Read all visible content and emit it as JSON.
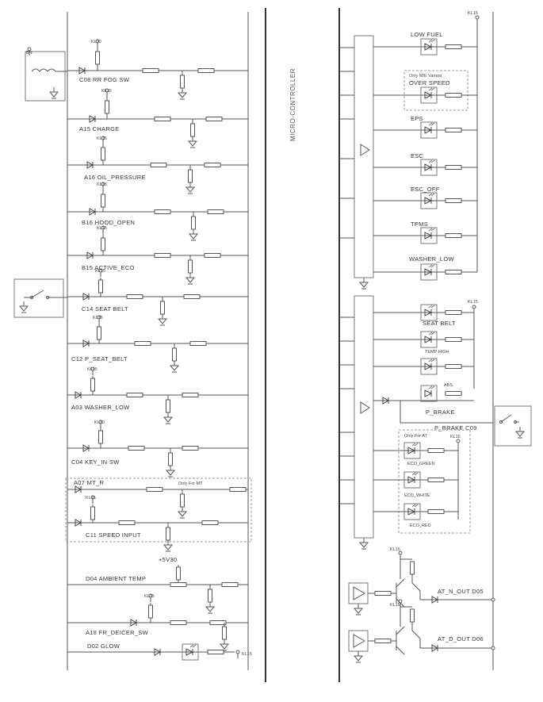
{
  "left_labels": {
    "c08": "C08 RR FOG SW",
    "a15": "A15 CHARGE",
    "a16": "A16 OIL_PRESSURE",
    "b16": "B16 HOOD_OPEN",
    "b15": "B15 ACTIVE_ECO",
    "c14": "C14 SEAT BELT",
    "c12": "C12 P_SEAT_BELT",
    "a03": "A03 WASHER_LOW",
    "c04": "C04 KEY_IN SW",
    "a07": "A07 MT_R",
    "only_mt": "Only For MT",
    "c11": "C11 SPEED INPUT",
    "plus5v": "+5V30",
    "d04": "D04 AMBIENT TEMP",
    "a18": "A18 FR_DEICER_SW",
    "d02": "D02 GLOW"
  },
  "supply_labels": {
    "kl30": "KL30",
    "kl15": "KL15",
    "bn": "BN"
  },
  "right_labels": {
    "micro": "MICRO-CONTROLLER",
    "low_fuel": "LOW FUEL",
    "variant": "Only M/E Variant",
    "over_speed": "OVER SPEED",
    "eps": "EPS",
    "esc": "ESC",
    "esc_off": "ESC_OFF",
    "tpms": "TPMS",
    "washer_low": "WASHER_LOW",
    "seat_belt": "SEAT BELT",
    "temp_high": "TEMP HIGH",
    "abs": "ABS",
    "p_brake": "P_BRAKE",
    "p_brake_c09": "P_BRAKE C09",
    "only_at": "Only For AT",
    "eco_green": "ECO_GREEN",
    "eco_white": "ECO_WHITE",
    "eco_red": "ECO_RED",
    "at_n_out": "AT_N_OUT D05",
    "at_d_out": "AT_D_OUT D06"
  }
}
